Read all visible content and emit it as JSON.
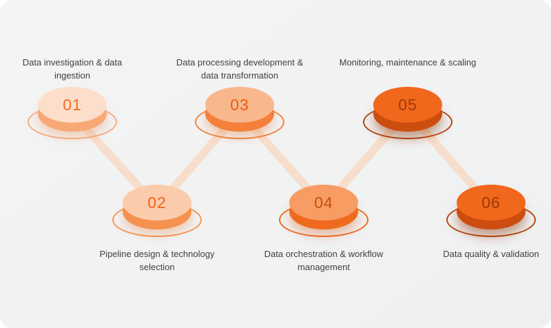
{
  "diagram": {
    "type": "process-flow",
    "layout": "zigzag",
    "steps": [
      {
        "number": "01",
        "label": "Data investigation & data ingestion",
        "label_position": "top"
      },
      {
        "number": "02",
        "label": "Pipeline design & technology selection",
        "label_position": "bottom"
      },
      {
        "number": "03",
        "label": "Data processing development & data transformation",
        "label_position": "top"
      },
      {
        "number": "04",
        "label": "Data orchestration & workflow management",
        "label_position": "bottom"
      },
      {
        "number": "05",
        "label": "Monitoring, maintenance & scaling",
        "label_position": "top"
      },
      {
        "number": "06",
        "label": "Data quality & validation",
        "label_position": "bottom"
      }
    ],
    "colors": {
      "background": "#f1f1f2",
      "connector": "#f8d7bf",
      "label_text": "#3e3f42",
      "step_tops": [
        "#fcdecb",
        "#fbccab",
        "#f9b78d",
        "#f79c63",
        "#f1671c",
        "#f1671c"
      ],
      "step_sides": [
        "#f8a877",
        "#f6924f",
        "#f4803a",
        "#ef6a1f",
        "#cd4d10",
        "#cd4d10"
      ],
      "step_numbers": [
        "#f26b24",
        "#ef6115",
        "#e85c0f",
        "#c94e08",
        "#9c3a06",
        "#9c3a06"
      ]
    }
  }
}
